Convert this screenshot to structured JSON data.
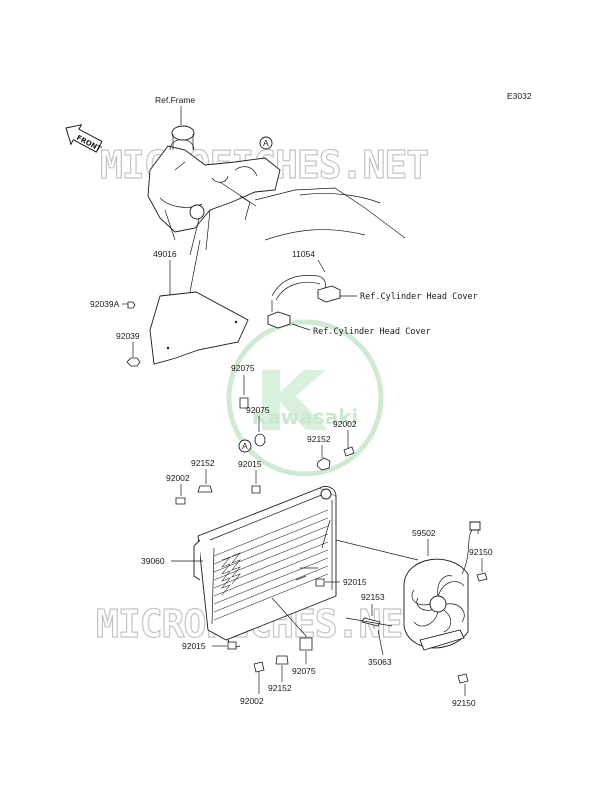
{
  "diagram_code": "E3032",
  "front_badge": "FRONT",
  "watermark": {
    "text": "MICROFICHES.NET",
    "logo_text": "Kawasaki"
  },
  "reference_labels": {
    "frame": "Ref.Frame",
    "cylinder_head_cover_1": "Ref.Cylinder Head Cover",
    "cylinder_head_cover_2": "Ref.Cylinder Head Cover"
  },
  "marker_label": "A",
  "parts": {
    "p49016": "49016",
    "p92039A": "92039A",
    "p92039": "92039",
    "p11054": "11054",
    "p92075_top": "92075",
    "p92075_mid": "92075",
    "p92002_top": "92002",
    "p92152_top": "92152",
    "p92015_top": "92015",
    "p92152_left": "92152",
    "p92002_left": "92002",
    "p39060": "39060",
    "p59502": "59502",
    "p92150_top": "92150",
    "p92015_right": "92015",
    "p92153": "92153",
    "p35063": "35063",
    "p92015_bottom": "92015",
    "p92075_bottom": "92075",
    "p92152_bottom": "92152",
    "p92002_bottom": "92002",
    "p92150_bottom": "92150"
  },
  "colors": {
    "accent_green": "#2f8a44",
    "watermark_gray": "#c4c4c4",
    "logo_fill": "#b8e6c0"
  }
}
